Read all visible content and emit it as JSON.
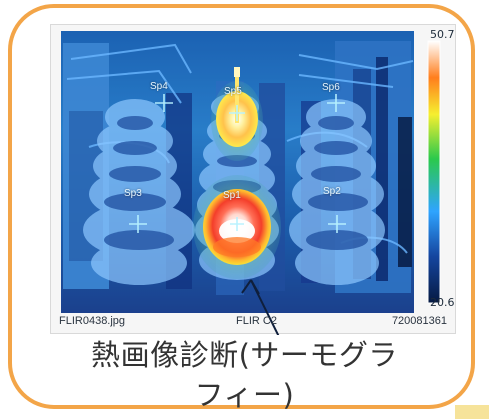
{
  "figure": {
    "scale_max": "50.7",
    "scale_min": "20.6",
    "footer_left": "FLIR0438.jpg",
    "footer_center": "FLIR C2",
    "footer_right": "720081361",
    "spots": [
      "Sp4",
      "Sp5",
      "Sp6",
      "Sp3",
      "Sp1",
      "Sp2"
    ]
  },
  "caption": {
    "line1": "熱画像診断(サーモグラ",
    "line2": "フィー)"
  },
  "colors": {
    "border": "#f3a548",
    "caption": "#333333",
    "accent_strip": "#f6e39a"
  }
}
